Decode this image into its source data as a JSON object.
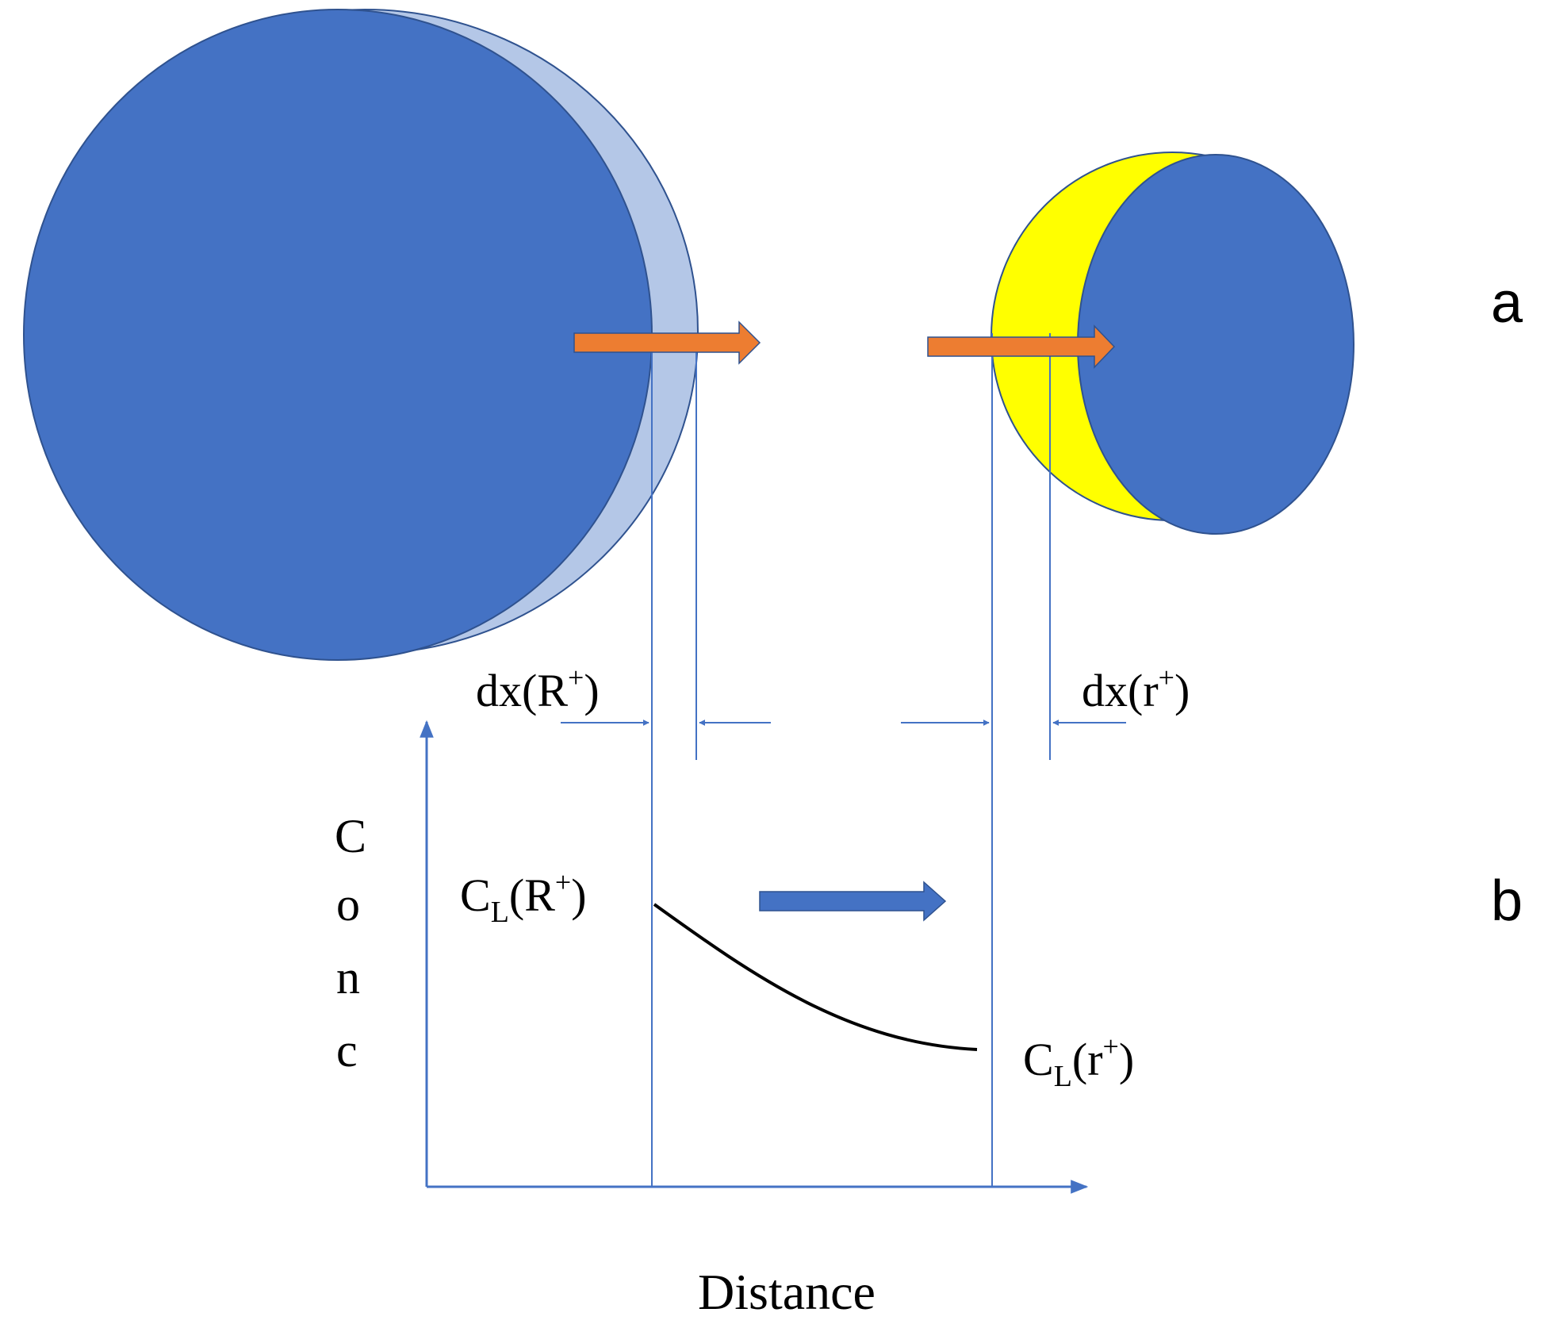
{
  "panel_labels": {
    "a": "a",
    "b": "b"
  },
  "labels": {
    "dx_R": {
      "base": "dx(R",
      "sup": "+",
      "close": ")"
    },
    "dx_r": {
      "base": "dx(r",
      "sup": "+",
      "close": ")"
    },
    "CL_R": {
      "base": "C",
      "sub": "L",
      "open": "(R",
      "sup": "+",
      "close": ")"
    },
    "CL_r": {
      "base": "C",
      "sub": "L",
      "open": "(r",
      "sup": "+",
      "close": ")"
    }
  },
  "axes": {
    "y_label_letters": [
      "C",
      "o",
      "n",
      "c"
    ],
    "x_label": "Distance"
  },
  "colors": {
    "particle_blue": "#4472C4",
    "shell_light_blue": "#B4C7E7",
    "shell_yellow": "#FFFF00",
    "flux_arrow_orange": "#ED7D31",
    "axis_blue": "#4472C4",
    "curve_black": "#000000"
  }
}
